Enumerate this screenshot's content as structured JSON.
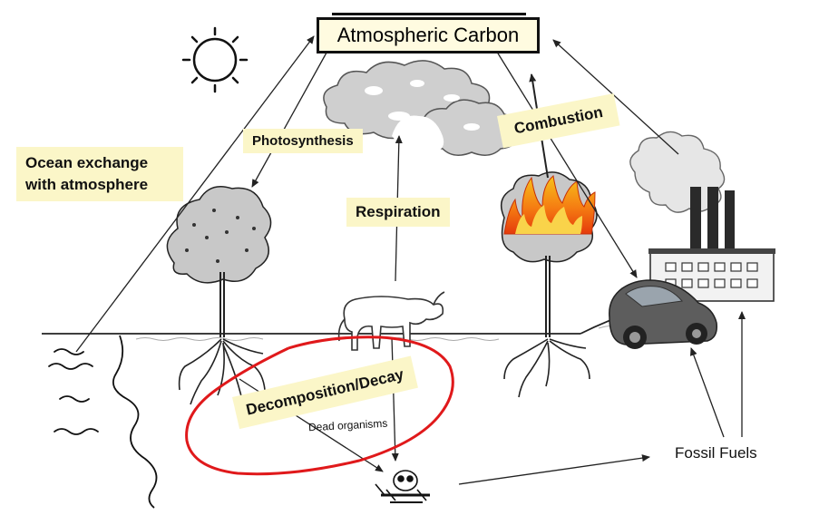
{
  "title": "Atmospheric Carbon",
  "labels": {
    "ocean_line1": "Ocean exchange",
    "ocean_line2": "with atmosphere",
    "photosynthesis": "Photosynthesis",
    "respiration": "Respiration",
    "combustion": "Combustion",
    "decomposition": "Decomposition/Decay",
    "dead_organisms": "Dead organisms",
    "fossil_fuels": "Fossil Fuels"
  },
  "colors": {
    "note_fill": "#fbf6c8",
    "annotation_circle": "#e0191b",
    "fire": "#f57c12",
    "cloud": "#c9c9c9"
  }
}
